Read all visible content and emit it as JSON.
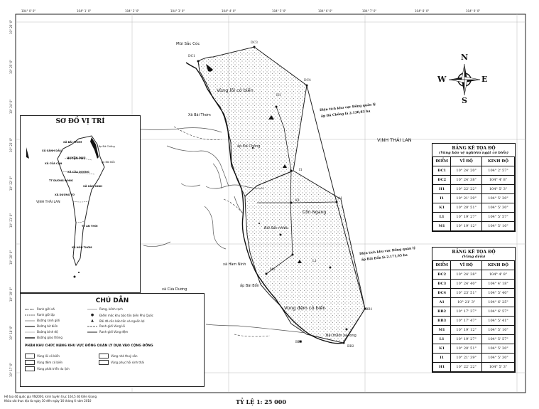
{
  "map_labels": {
    "mai_sac_coc": "Mũi Sắc Cóc",
    "vung_loi": "Vùng lõi cỏ biển",
    "xa_bai_thom": "Xã Bãi Thơm",
    "ap_da_chong": "ấp Đá Chồng",
    "con_ngang": "Cồn Ngang",
    "bai_soc_nhieu": "Bãi Sốc nhiều",
    "xa_ham_ninh": "xã Hàm Ninh",
    "ap_bai_bon": "ấp Bãi Bổn",
    "xa_cua_duong": "xã Cửa Dương",
    "vung_dem": "Vùng đệm cỏ biển",
    "bai_than_xa_long": "Bãi thẳm xa-long",
    "vinh_thai_lan": "VỊNH THÁI LAN",
    "dien_tich_1": "Diện tích khu vực Đồng quản lý",
    "dien_tich_1b": "ấp Đá Chồng là 2.130,83 ha",
    "dien_tich_2": "Diện tích khu vực Đồng quản lý",
    "dien_tich_2b": "ấp Bãi Bổn là 2.171,95 ha"
  },
  "point_labels": {
    "dc1": "DC1",
    "dc3": "DC3",
    "dc4": "DC4",
    "h1": "H1",
    "i1": "I1",
    "k1": "K1",
    "a1": "A1",
    "l1": "L1",
    "m1": "M1",
    "bb1": "BB1",
    "bb2": "BB2",
    "bb3": "BB3"
  },
  "compass": {
    "n": "N",
    "s": "S",
    "e": "E",
    "w": "W"
  },
  "inset": {
    "title": "SƠ ĐỒ VỊ TRÍ",
    "labels": {
      "xa_bai_thom": "XÃ BÃI THƠM",
      "xa_ganh_dau": "XÃ GÀNH DẦU",
      "huyen_phu_quoc": "HUYỆN PHÚ",
      "ap_da_chong": "ấp Đá Chồng",
      "ap_bai_bon": "ấp Bãi Bổn",
      "xa_cua_can": "XÃ CỬA CẠN",
      "xa_cua_duong": "XÃ CỬA DƯƠNG",
      "tt_duong_dong": "TT DƯƠNG ĐÔNG",
      "xa_ham_ninh": "XÃ HÀM NINH",
      "xa_duong_to": "XÃ DƯƠNG TƠ",
      "vinh_thai_lan": "VỊNH THÁI LAN",
      "tt_an_thoi": "TT AN THỚI",
      "xa_hon_thom": "XÃ HÒN THƠM"
    }
  },
  "legend": {
    "title": "CHÚ DẪN",
    "items": [
      "Ranh giới xã",
      "Ranh giới ấp",
      "Đường ranh giới",
      "Đường bờ biển",
      "Đường bình độ",
      "Đường giao thông",
      "Rừng, kênh rạch",
      "Điểm mốc khu bảo tồn biển Phú Quốc",
      "Bãi đá cần bảo tồn và nguồn lợi",
      "Ranh giới Vùng lõi",
      "Ranh giới Vùng đệm"
    ],
    "zone_title": "PHÂN KHU CHỨC NĂNG KHU VỰC ĐỒNG QUẢN LÝ DỰA VÀO CỘNG ĐỒNG",
    "zones": [
      "Vùng lõi cỏ biển",
      "Vùng đệm cỏ biển",
      "Vùng phát triển du lịch",
      "Vùng nhà thuỷ sản",
      "Vùng phục hồi sinh thái"
    ]
  },
  "table1": {
    "title": "BẢNG KÊ TỌA ĐỘ",
    "subtitle": "(Vùng bảo vệ nghiêm ngặt cỏ biển)",
    "headers": [
      "ĐIỂM",
      "VĨ ĐỘ",
      "KINH ĐỘ"
    ],
    "rows": [
      [
        "ĐC1",
        "10° 24' 20\"",
        "104° 2' 57\""
      ],
      [
        "ĐC2",
        "10° 24' 38\"",
        "104° 4' 8\""
      ],
      [
        "H1",
        "10° 22' 22\"",
        "104° 5' 3\""
      ],
      [
        "I1",
        "10° 21' 39\"",
        "104° 5' 30\""
      ],
      [
        "K1",
        "10° 20' 51\"",
        "104° 5' 30\""
      ],
      [
        "L1",
        "10° 19' 27\"",
        "104° 5' 57\""
      ],
      [
        "M1",
        "10° 19' 12\"",
        "104° 5' 10\""
      ]
    ]
  },
  "table2": {
    "title": "BẢNG KÊ TỌA ĐỘ",
    "subtitle": "(Vùng đệm)",
    "headers": [
      "ĐIỂM",
      "VĨ ĐỘ",
      "KINH ĐỘ"
    ],
    "rows": [
      [
        "ĐC2",
        "10° 24' 38\"",
        "104° 4' 8\""
      ],
      [
        "ĐC3",
        "10° 24' 40\"",
        "104° 4' 18\""
      ],
      [
        "ĐC4",
        "10° 23' 51\"",
        "104° 5' 40\""
      ],
      [
        "A1",
        "10° 21' 3\"",
        "104° 6' 25\""
      ],
      [
        "BB2",
        "10° 17' 37\"",
        "104° 6' 57\""
      ],
      [
        "BB3",
        "10° 17' 47\"",
        "104° 5' 41\""
      ],
      [
        "M1",
        "10° 19' 12\"",
        "104° 5' 10\""
      ],
      [
        "L1",
        "10° 19' 27\"",
        "104° 5' 57\""
      ],
      [
        "K1",
        "10° 20' 51\"",
        "104° 5' 30\""
      ],
      [
        "I1",
        "10° 21' 39\"",
        "104° 5' 30\""
      ],
      [
        "H1",
        "10° 22' 22\"",
        "104° 5' 3\""
      ]
    ]
  },
  "top_ticks": [
    "104° 0' 0\"",
    "104° 1' 0\"",
    "104° 2' 0\"",
    "104° 3' 0\"",
    "104° 4' 0\"",
    "104° 5' 0\"",
    "104° 6' 0\"",
    "104° 7' 0\"",
    "104° 8' 0\"",
    "104° 9' 0\""
  ],
  "left_ticks": [
    "10° 26' 0\"",
    "10° 25' 0\"",
    "10° 24' 0\"",
    "10° 23' 0\"",
    "10° 22' 0\"",
    "10° 21' 0\"",
    "10° 20' 0\"",
    "10° 19' 0\"",
    "10° 18' 0\"",
    "10° 17' 0\""
  ],
  "scale": "TỶ LỆ 1: 25 000",
  "footer": [
    "Hệ tọa độ quốc gia VN2000, kinh tuyến trục 104,5 độ Kiên Giang",
    "Khảo sát thực địa từ ngày 10 đến ngày 16 tháng 6 năm 2010"
  ]
}
